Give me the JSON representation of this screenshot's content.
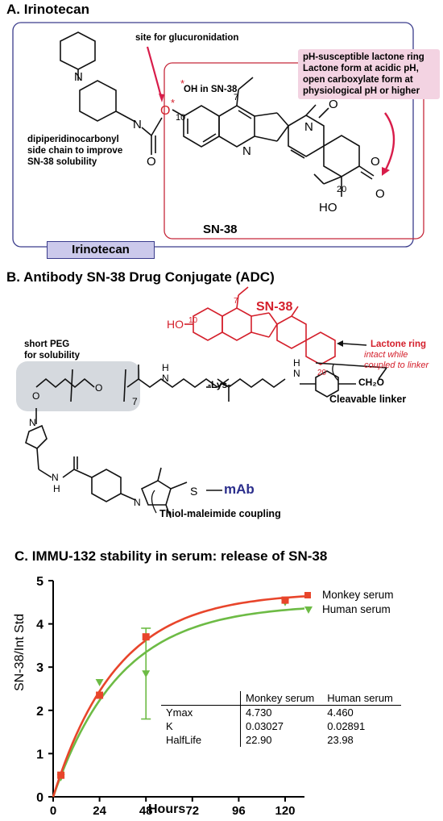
{
  "panel_a": {
    "title": "A.   Irinotecan",
    "site_label": "site for glucuronidation",
    "oh_label": "OH in SN-38",
    "lactone_box": [
      "pH-susceptible lactone ring",
      "Lactone form at acidic pH,",
      "open carboxylate form at",
      "physiological pH or higher"
    ],
    "side_chain_label": [
      "dipiperidinocarbonyl",
      "side chain to improve",
      "SN-38 solubility"
    ],
    "irinotecan_tab": "Irinotecan",
    "sn38_label": "SN-38",
    "atoms": {
      "n1": "N",
      "n2": "N",
      "n3": "N",
      "n4": "N",
      "o_ester": "O",
      "o_carbonyl": "O",
      "o_ketone": "O",
      "o_ring": "O",
      "o_lactone": "O",
      "ho": "HO",
      "c7": "7",
      "c10": "10",
      "c20": "20",
      "star": "*"
    }
  },
  "panel_b": {
    "title": "B.   Antibody SN-38 Drug Conjugate (ADC)",
    "sn38_label": "SN-38",
    "peg_label": [
      "short PEG",
      "for solubility"
    ],
    "lactone_label": "Lactone ring",
    "lactone_note": [
      "intact while",
      "coupled to linker"
    ],
    "cleavable_label": "Cleavable linker",
    "thiol_label": "Thiol-maleimide coupling",
    "mab_label": "mAb",
    "s_label": "S",
    "lys_label": "-Lys-",
    "ch2o_label": "CH₂O",
    "atoms": {
      "ho": "HO",
      "c10": "10",
      "c7": "7",
      "c20": "20",
      "peg_repeat": "7",
      "n": "N",
      "h": "H",
      "o": "O"
    }
  },
  "panel_c": {
    "title": "C.   IMMU-132 stability in serum:  release of SN-38",
    "table": {
      "headers": [
        "",
        "Monkey serum",
        "Human serum"
      ],
      "rows": [
        [
          "Ymax",
          "4.730",
          "4.460"
        ],
        [
          "K",
          "0.03027",
          "0.02891"
        ],
        [
          "HalfLife",
          "22.90",
          "23.98"
        ]
      ]
    }
  },
  "chart_data": {
    "type": "scatter",
    "title": "IMMU-132 stability in serum:  release of SN-38",
    "xlabel": "Hours",
    "ylabel": "SN-38/Int Std",
    "xlim": [
      0,
      130
    ],
    "ylim": [
      0,
      5
    ],
    "xticks": [
      0,
      24,
      48,
      72,
      96,
      120
    ],
    "yticks": [
      0,
      1,
      2,
      3,
      4,
      5
    ],
    "legend_position": "top-right",
    "series": [
      {
        "name": "Monkey serum",
        "marker": "square",
        "color": "#e8452b",
        "x": [
          4,
          24,
          48,
          120
        ],
        "y": [
          0.5,
          2.35,
          3.7,
          4.55
        ],
        "fit": {
          "model": "one-phase-association",
          "ymax": 4.73,
          "k": 0.03027
        }
      },
      {
        "name": "Human serum",
        "marker": "triangle-down",
        "color": "#6dbb45",
        "x": [
          4,
          24,
          48,
          120
        ],
        "y": [
          0.45,
          2.65,
          2.85,
          4.5
        ],
        "error": [
          0.05,
          0.05,
          1.05,
          0.05
        ],
        "fit": {
          "model": "one-phase-association",
          "ymax": 4.46,
          "k": 0.02891
        }
      }
    ]
  }
}
